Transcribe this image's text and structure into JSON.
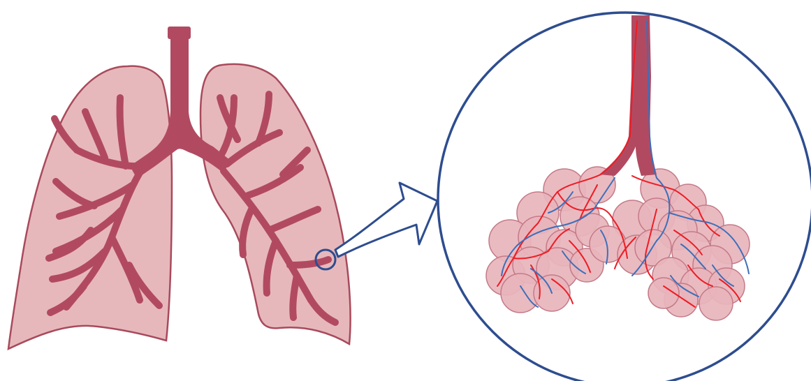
{
  "diagram": {
    "left_panel": {
      "subject": "lungs",
      "parts": [
        "trachea",
        "left-lung",
        "right-lung",
        "bronchial-tree",
        "magnified-spot"
      ]
    },
    "connector": {
      "icon": "curved-arrow-icon"
    },
    "right_panel": {
      "subject": "alveoli-cluster",
      "parts": [
        "bronchiole",
        "alveolar-sacs",
        "arteriole-network",
        "venule-network"
      ]
    }
  },
  "colors": {
    "background": "#ffffff",
    "lung_fill": "#e7b8bb",
    "lung_outline": "#a84a5c",
    "airway": "#b14a61",
    "alveolus_fill": "#e8b4bc",
    "alveolus_outline": "#c47a87",
    "artery": "#ee1c24",
    "vein": "#3b6fba",
    "zoom_ring": "#2e4d8f"
  }
}
